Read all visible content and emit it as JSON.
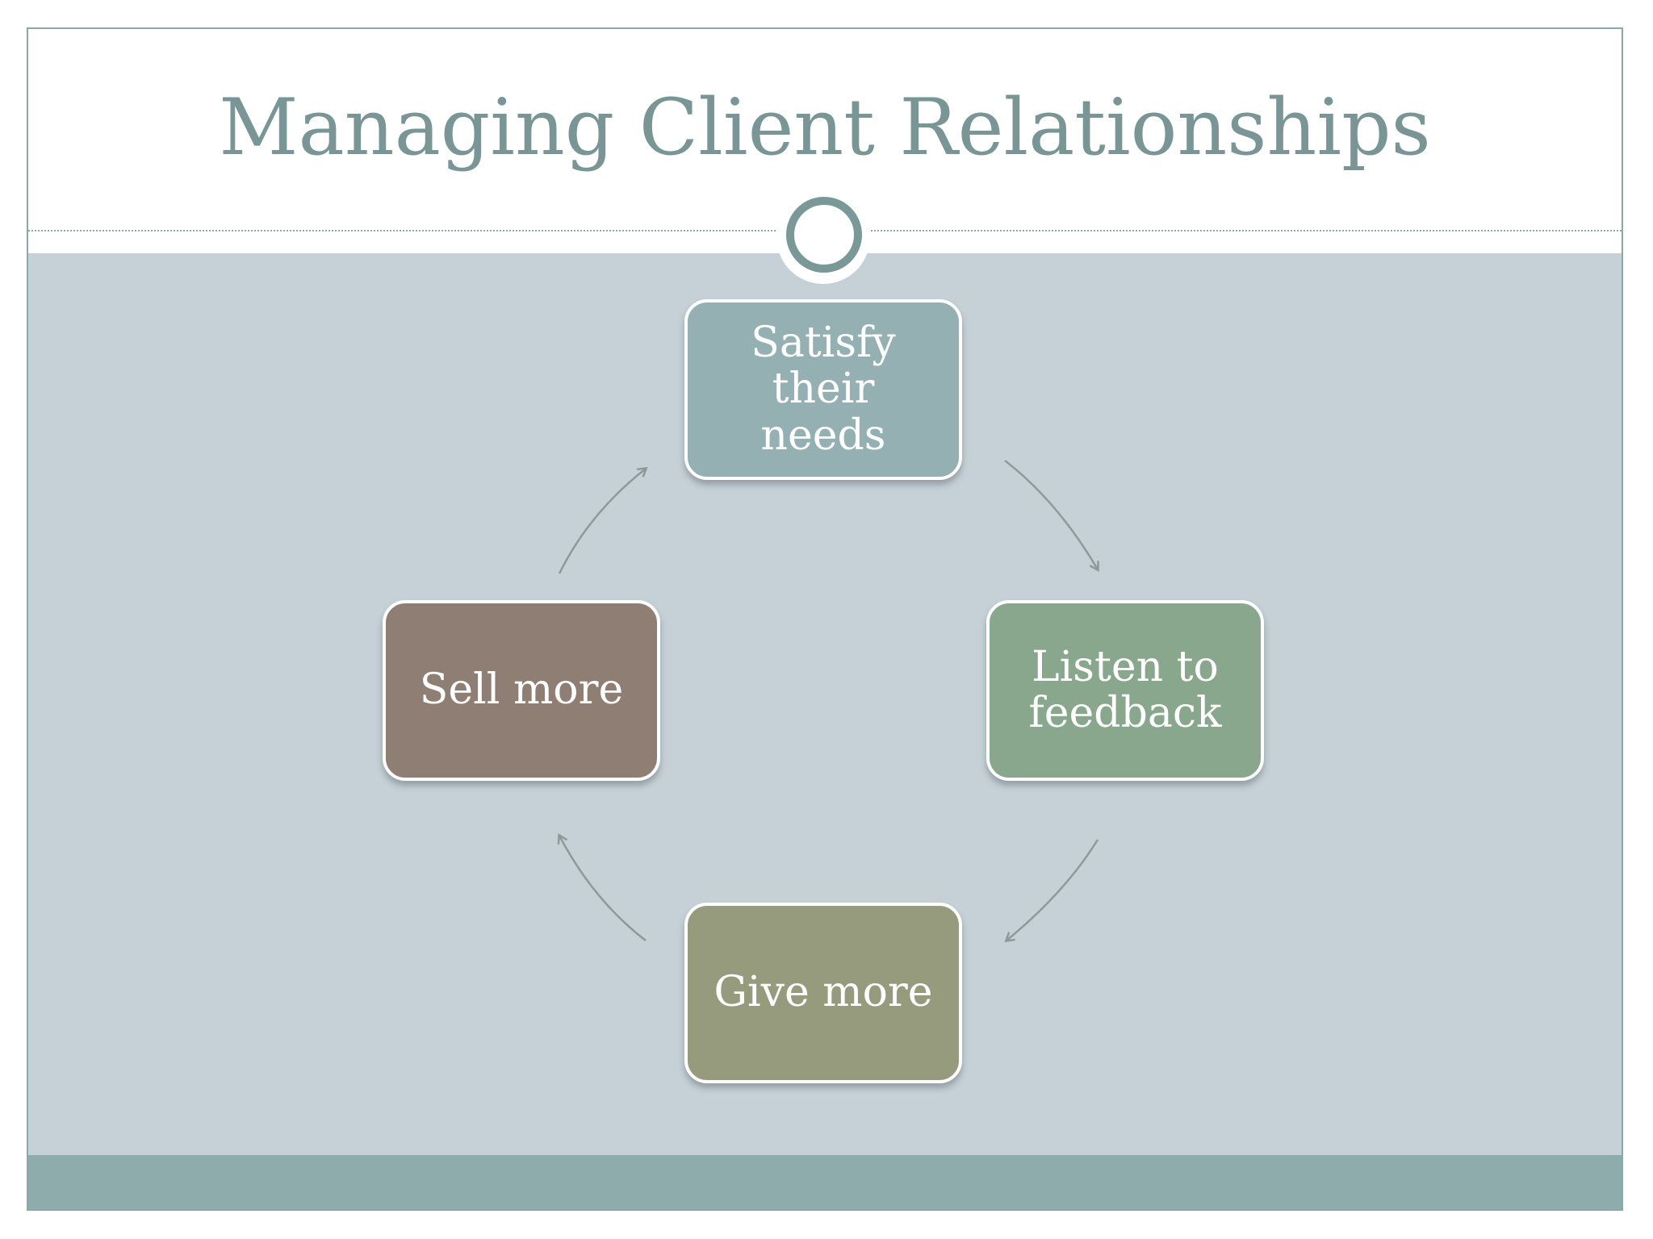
{
  "slide": {
    "title": "Managing Client Relationships"
  },
  "diagram": {
    "type": "cycle",
    "nodes": [
      {
        "label": "Satisfy\ntheir needs",
        "color": "#94b0b2"
      },
      {
        "label": "Listen to\nfeedback",
        "color": "#88a78c"
      },
      {
        "label": "Give more",
        "color": "#979b7e"
      },
      {
        "label": "Sell more",
        "color": "#8f7e73"
      }
    ],
    "arrow_color": "#8c9a9c"
  },
  "colors": {
    "title": "#7a9595",
    "body_background": "#c5d1d7",
    "footer_band": "#8eacac",
    "border": "#8da6a6"
  }
}
